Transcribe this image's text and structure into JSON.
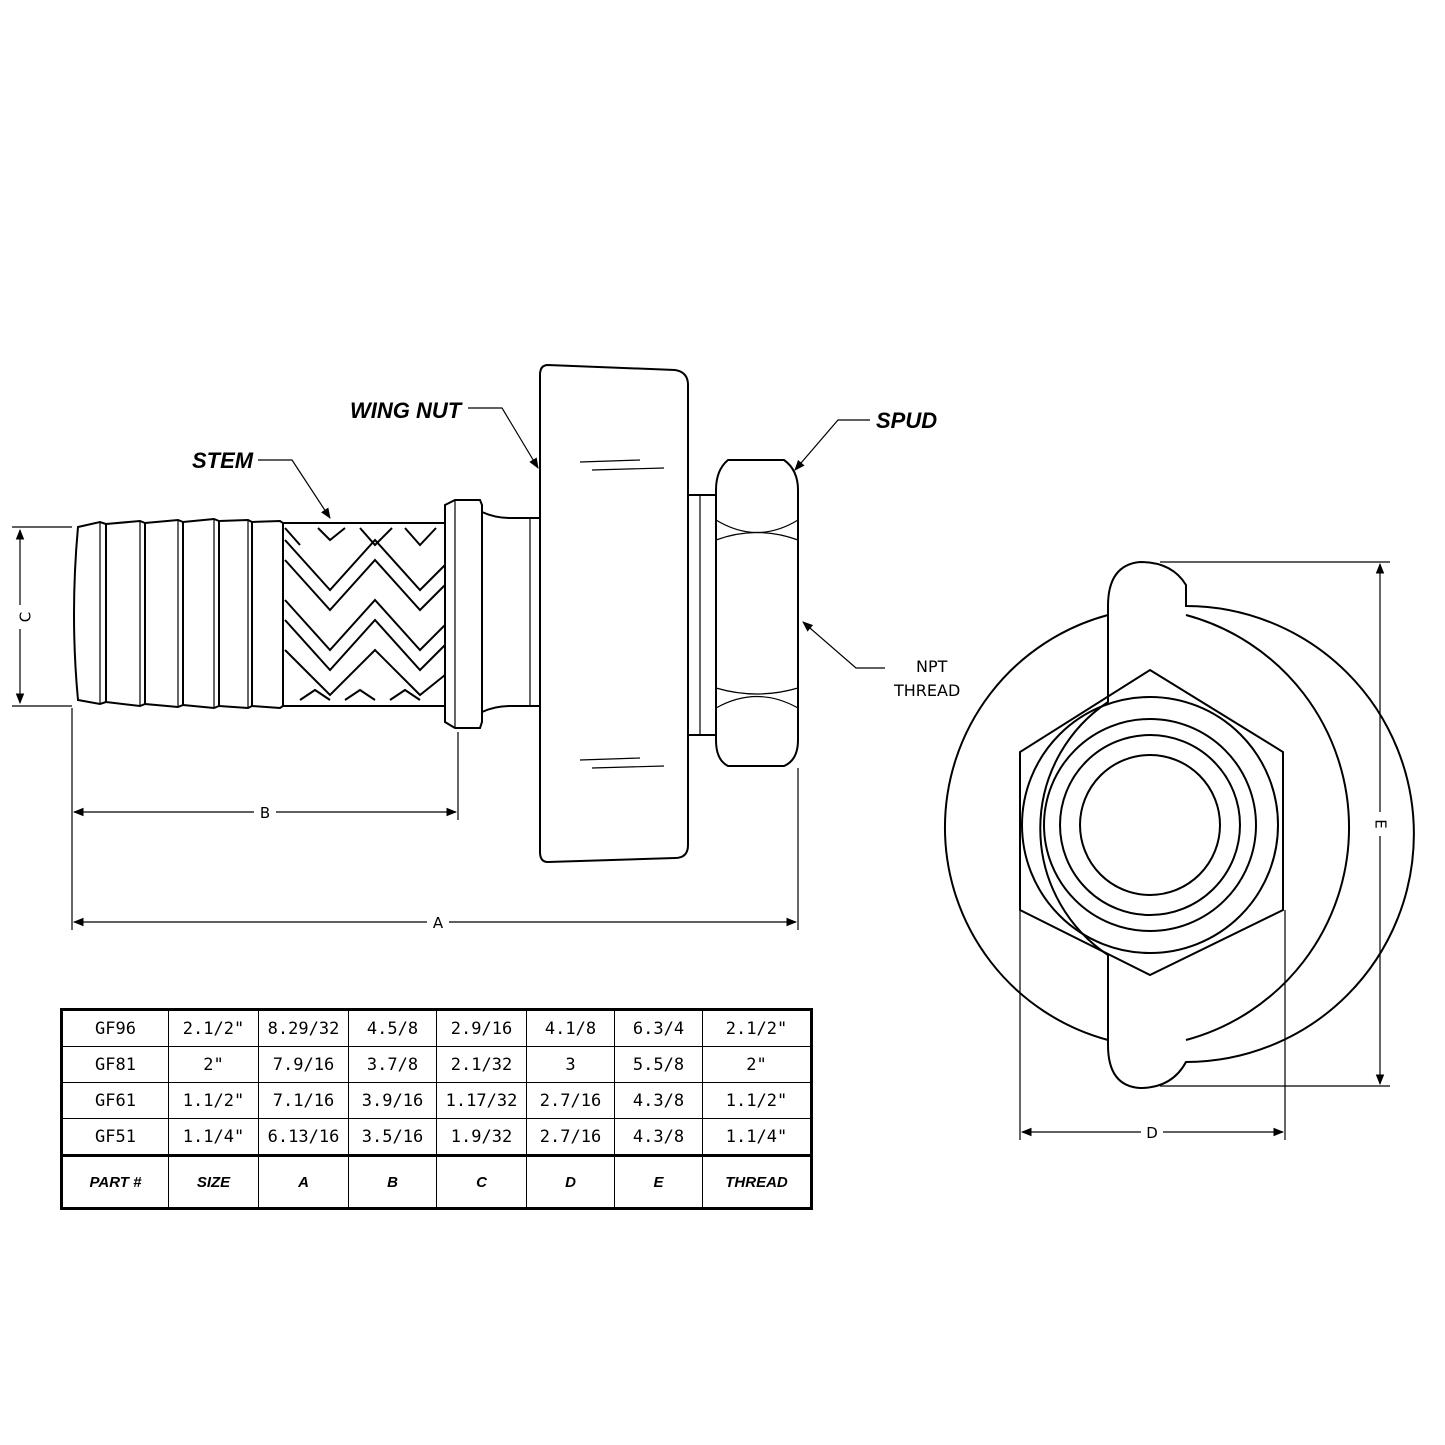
{
  "labels": {
    "stem": "STEM",
    "wing_nut": "WING NUT",
    "spud": "SPUD",
    "npt_line1": "NPT",
    "npt_line2": "THREAD"
  },
  "dimensions": {
    "a": "A",
    "b": "B",
    "c": "C",
    "d": "D",
    "e": "E"
  },
  "table": {
    "headers": [
      "PART #",
      "SIZE",
      "A",
      "B",
      "C",
      "D",
      "E",
      "THREAD"
    ],
    "rows": [
      [
        "GF96",
        "2.1/2\"",
        "8.29/32",
        "4.5/8",
        "2.9/16",
        "4.1/8",
        "6.3/4",
        "2.1/2\""
      ],
      [
        "GF81",
        "2\"",
        "7.9/16",
        "3.7/8",
        "2.1/32",
        "3",
        "5.5/8",
        "2\""
      ],
      [
        "GF61",
        "1.1/2\"",
        "7.1/16",
        "3.9/16",
        "1.17/32",
        "2.7/16",
        "4.3/8",
        "1.1/2\""
      ],
      [
        "GF51",
        "1.1/4\"",
        "6.13/16",
        "3.5/16",
        "1.9/32",
        "2.7/16",
        "4.3/8",
        "1.1/4\""
      ]
    ]
  }
}
